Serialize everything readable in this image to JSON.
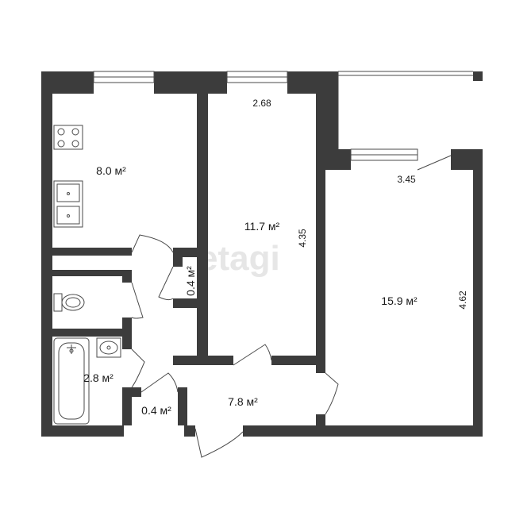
{
  "colors": {
    "wall": "#3c3c3c",
    "line": "#4a4a4a",
    "background": "#ffffff",
    "watermark": "#e6e6e6"
  },
  "watermark": "etagi",
  "rooms": {
    "kitchen": {
      "area": "8.0 м²",
      "icons": [
        "stove-icon",
        "sink-icon"
      ]
    },
    "bedroom": {
      "area": "11.7 м²",
      "width": "2.68",
      "depth": "4.35"
    },
    "living_room": {
      "area": "15.9 м²",
      "width": "3.45",
      "depth": "4.62"
    },
    "closet_1": {
      "area": "0.4 м²"
    },
    "closet_2": {
      "area": "0.4 м²"
    },
    "bathroom": {
      "area": "2.8 м²",
      "icons": [
        "bathtub-icon",
        "washbasin-icon"
      ]
    },
    "toilet": {
      "icons": [
        "toilet-icon"
      ]
    },
    "hallway": {
      "area": "7.8 м²"
    }
  }
}
